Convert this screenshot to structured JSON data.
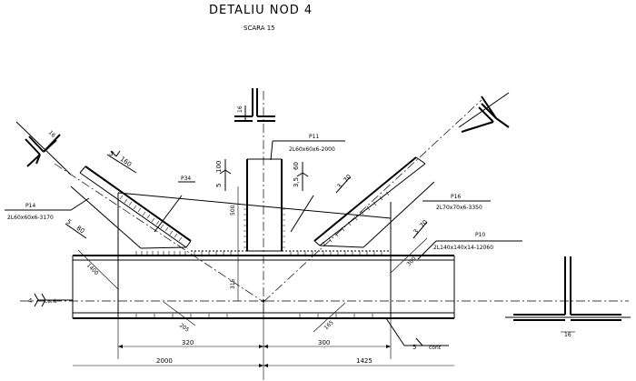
{
  "title": "DETALIU NOD 4",
  "scale": "SCARA 15",
  "bars": {
    "p14": {
      "mark": "P14",
      "profile": "2L60x60x6-3170"
    },
    "p11": {
      "mark": "P11",
      "profile": "2L60x60x6-2000"
    },
    "p16": {
      "mark": "P16",
      "profile": "2L70x70x6-3350"
    },
    "p10": {
      "mark": "P10",
      "profile": "2L140x140x14-12060"
    },
    "p34": {
      "mark": "P34"
    }
  },
  "welds": {
    "w1": "5",
    "w1len": "160",
    "w2": "5",
    "w2len": "80",
    "w3": "5",
    "w3len": "100",
    "w4": "3,5",
    "w4len": "60",
    "w5": "3",
    "w5len": "70",
    "w6": "3",
    "w6len": "70",
    "cont_left_size": "4",
    "cont_left": "cont",
    "cont_right_size": "5",
    "cont_right": "cont"
  },
  "dims": {
    "gap16_top": "16",
    "gap16_left": "16",
    "gap16_bottom": "16",
    "d500": "500",
    "d315": "315",
    "d1400": "1400",
    "d300_diag": "300",
    "d205": "205",
    "d165": "165",
    "d320": "320",
    "d300": "300",
    "d2000": "2000",
    "d1425": "1425"
  }
}
